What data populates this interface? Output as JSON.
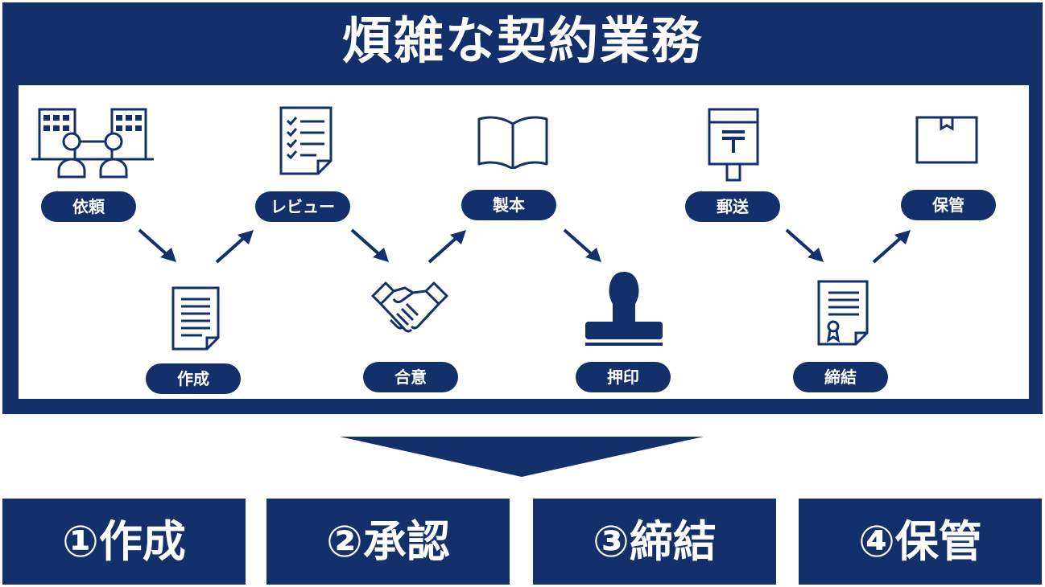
{
  "title": "煩雑な契約業務",
  "steps": [
    {
      "label": "依頼",
      "icon": "business-meeting-icon"
    },
    {
      "label": "作成",
      "icon": "document-icon"
    },
    {
      "label": "レビュー",
      "icon": "checklist-icon"
    },
    {
      "label": "合意",
      "icon": "handshake-icon"
    },
    {
      "label": "製本",
      "icon": "open-book-icon"
    },
    {
      "label": "押印",
      "icon": "stamp-icon"
    },
    {
      "label": "郵送",
      "icon": "postbox-icon"
    },
    {
      "label": "締結",
      "icon": "certificate-icon"
    },
    {
      "label": "保管",
      "icon": "storage-box-icon"
    }
  ],
  "phases": [
    "①作成",
    "②承認",
    "③締結",
    "④保管"
  ],
  "colors": {
    "navy": "#13306b",
    "background": "#ffffff"
  }
}
